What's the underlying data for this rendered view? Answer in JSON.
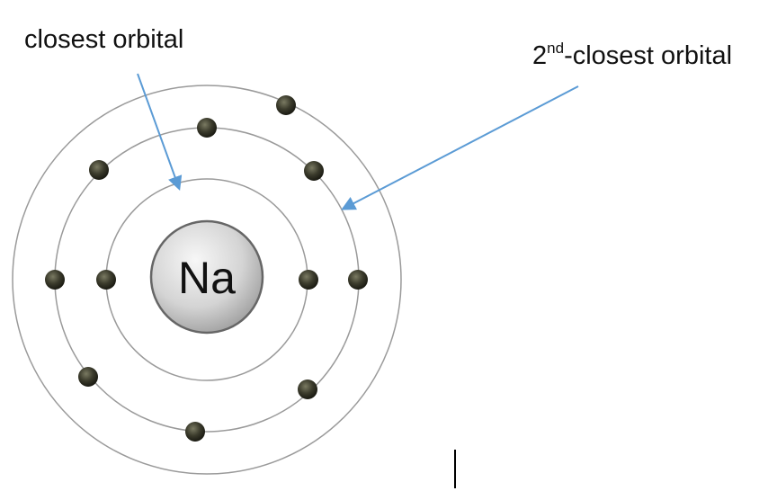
{
  "labels": {
    "closest": "closest orbital",
    "second_number": "2",
    "second_sup": "nd",
    "second_rest": "-closest orbital"
  },
  "nucleus": {
    "symbol": "Na"
  },
  "shells": [
    {
      "electrons": 2
    },
    {
      "electrons": 8
    },
    {
      "electrons": 1
    }
  ],
  "colors": {
    "orbit_stroke": "#9a9a9a",
    "arrow": "#5b9bd5",
    "electron_fill": "#3a3a2c",
    "nucleus_fill": "#d6d6d6",
    "text": "#111111"
  }
}
